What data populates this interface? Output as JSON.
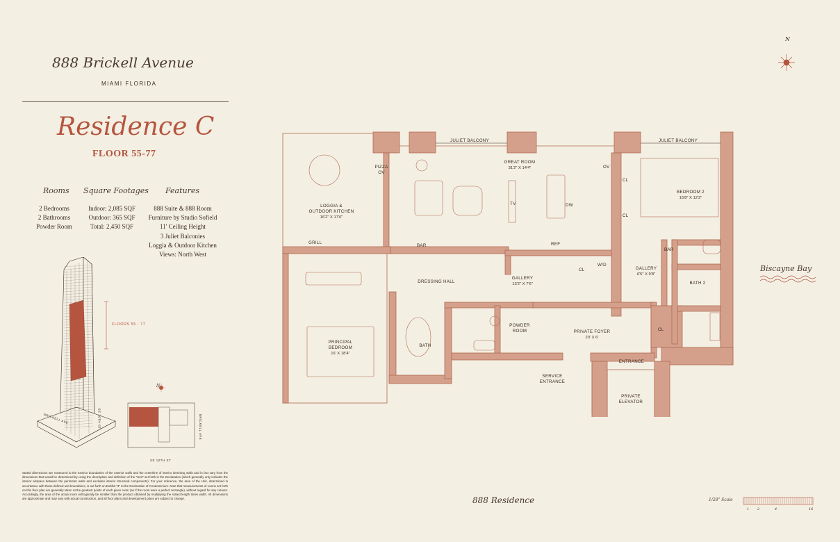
{
  "header": {
    "address": "888 Brickell Avenue",
    "city": "MIAMI   FLORIDA"
  },
  "residence": {
    "title": "Residence C",
    "floor": "FLOOR 55-77"
  },
  "specs": {
    "headings": [
      "Rooms",
      "Square Footages",
      "Features"
    ],
    "rooms": [
      "2 Bedrooms",
      "2 Bathrooms",
      "Powder Room"
    ],
    "square_footages": [
      "Indoor: 2,085 SQF",
      "Outdoor: 365 SQF",
      "Total: 2,450 SQF"
    ],
    "features": [
      "888 Suite & 888 Room",
      "Furniture by Studio Sofield",
      "11' Ceiling Height",
      "3 Juliet Balconies",
      "Loggia & Outdoor Kitchen",
      "Views: North West"
    ]
  },
  "tower": {
    "floors_tag": "FLOORS 55 - 77",
    "streets": {
      "brickell_ave_left": "BRICKELL AVE",
      "se_10th_st_right": "SE 10TH ST",
      "brickell_ave_site": "BRICKELL AVE",
      "se_10th_st_site": "SE 10TH ST"
    },
    "north_label": "N"
  },
  "plan": {
    "juliet_balcony_left": "JULIET BALCONY",
    "juliet_balcony_right": "JULIET BALCONY",
    "great_room": {
      "name": "GREAT ROOM",
      "dims": "31'2\" X 14'4\""
    },
    "bedroom2": {
      "name": "BEDROOM 2",
      "dims": "15'8\" X 12'2\""
    },
    "loggia": {
      "name1": "LOGGIA &",
      "name2": "OUTDOOR KITCHEN",
      "dims": "16'2\" X 17'6\""
    },
    "principal": {
      "name1": "PRINCIPAL",
      "name2": "BEDROOM",
      "dims": "16' X 18'4\""
    },
    "gallery_main": {
      "name": "GALLERY",
      "dims": "13'2\" X 7'6\""
    },
    "gallery_small": {
      "name": "GALLERY",
      "dims": "6'5\" X 9'8\""
    },
    "foyer": {
      "name": "PRIVATE FOYER",
      "dims": "20' X 6'"
    },
    "dressing": "DRESSING HALL",
    "bath": "BATH",
    "bath2": "BATH 2",
    "powder1": "POWDER",
    "powder2": "ROOM",
    "pizza1": "PIZZA",
    "pizza2": "OV",
    "grill": "GRILL",
    "bar_left": "BAR",
    "bar_right": "BAR",
    "tv": "TV",
    "dw": "DW",
    "ov": "OV",
    "ref": "REF",
    "cl_a": "CL",
    "cl_b": "CL",
    "cl_c": "CL",
    "cl_d": "CL",
    "wd": "W/D",
    "entrance": "ENTRANCE",
    "service1": "SERVICE",
    "service2": "ENTRANCE",
    "elevator1": "PRIVATE",
    "elevator2": "ELEVATOR",
    "north": "N"
  },
  "footer": {
    "disclaimer": "Stated dimensions are measured to the exterior boundaries of the exterior walls and the centerline of interior demising walls and in fact vary from the dimensions that would be determined by using the description and definition of the \"Unit\" set forth in the Declaration (which generally only includes the interior airspace between the perimeter walls and excludes interior structural components). For your reference, the area of the Unit, determined in accordance with those defined unit boundaries, is set forth on Exhibit \"3\" to the Declaration of Condominium. Note that measurements of rooms set forth on this floor plan are generally taken at the greatest points of each given room (as if the room were a perfect rectangle), without regard for any cutouts. Accordingly, the area of the actual room will typically be smaller than the product obtained by multiplying the stated length times width. All dimensions are approximate and may vary with actual construction, and all floor plans and development plans are subject to change.",
    "brand": "888 Residence",
    "scale_label": "1/28\" Scale",
    "scale_ticks": [
      "1",
      "2",
      "4",
      "16"
    ],
    "bay": "Biscayne Bay"
  },
  "colors": {
    "accent": "#b5553f",
    "wall": "#d4a08c",
    "line": "#b06a52",
    "paper": "#f4efe3"
  }
}
